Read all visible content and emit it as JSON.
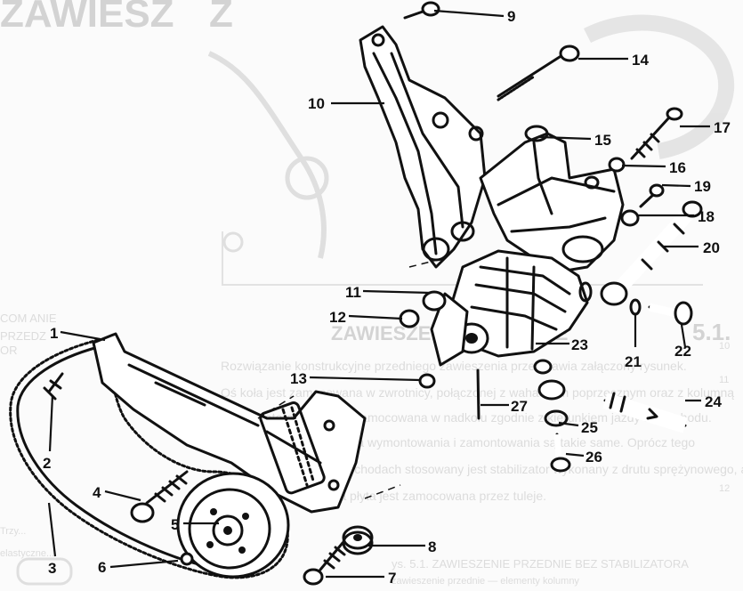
{
  "background_text": {
    "heading_top": "ZAWIESZ",
    "section_number": "5.1.",
    "section_title": "ZAWIESZENIE PRZEDNIE",
    "margin_top": [
      "COM ANIE",
      "PRZEDZ",
      "OR"
    ],
    "paragraph": [
      "Rozwiązanie konstrukcyjne przedniego zawieszenia przedstawia załączony rysunek.",
      "Oś koła jest zamocowana w zwrotnicy, połączonej z wahaczem poprzecznym oraz z kolumną",
      "amortyzatora, która jest zamocowana w nadkolu zgodnie z kierunkiem jazdy samochodu.",
      "czas kąta wymontowania i zamontowania są takie same. Oprócz tego",
      "w samochodach stosowany jest stabilizator wykonany z drutu sprężynowego, a",
      "stalowa a płyta jest zamocowana przez tuleje."
    ],
    "caption": "ys. 5.1. ZAWIESZENIE PRZEDNIE BEZ STABILIZATORA",
    "caption_sub": "zawieszenie przednie — elementy kolumny",
    "margin_left": [
      "Trzy...",
      "elastyczne..."
    ],
    "margin_right": [
      "10",
      "11",
      "12"
    ]
  },
  "callouts": [
    {
      "label": "1"
    },
    {
      "label": "2"
    },
    {
      "label": "3"
    },
    {
      "label": "4"
    },
    {
      "label": "5"
    },
    {
      "label": "6"
    },
    {
      "label": "7"
    },
    {
      "label": "8"
    },
    {
      "label": "9"
    },
    {
      "label": "10"
    },
    {
      "label": "11"
    },
    {
      "label": "12"
    },
    {
      "label": "13"
    },
    {
      "label": "14"
    },
    {
      "label": "15"
    },
    {
      "label": "16"
    },
    {
      "label": "17"
    },
    {
      "label": "18"
    },
    {
      "label": "19"
    },
    {
      "label": "20"
    },
    {
      "label": "21"
    },
    {
      "label": "22"
    },
    {
      "label": "23"
    },
    {
      "label": "24"
    },
    {
      "label": "25"
    },
    {
      "label": "26"
    },
    {
      "label": "27"
    }
  ]
}
